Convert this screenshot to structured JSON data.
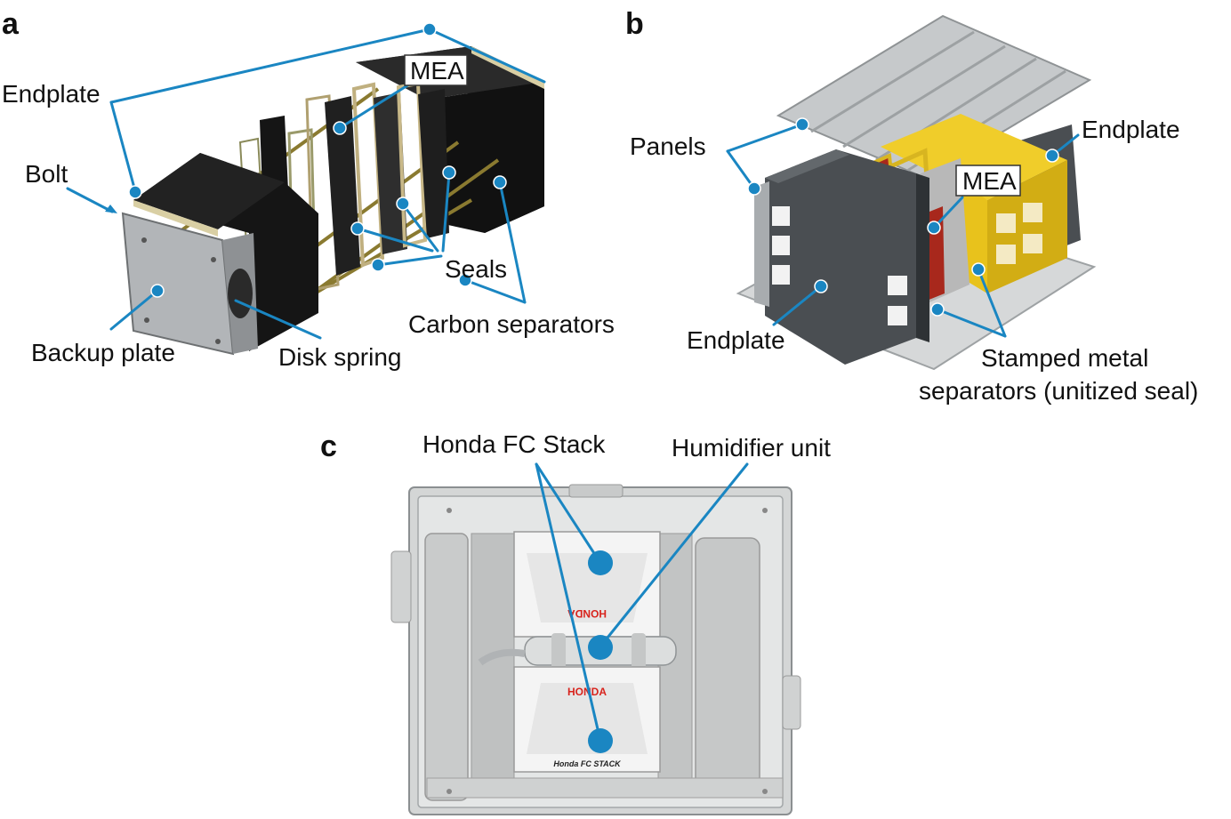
{
  "panels": {
    "a": {
      "letter": "a",
      "labels": {
        "endplate": "Endplate",
        "mea": "MEA",
        "bolt": "Bolt",
        "seals": "Seals",
        "carbon_separators": "Carbon separators",
        "backup_plate": "Backup plate",
        "disk_spring": "Disk spring"
      }
    },
    "b": {
      "letter": "b",
      "labels": {
        "panels": "Panels",
        "endplate_top": "Endplate",
        "mea": "MEA",
        "endplate_bottom": "Endplate",
        "stamped_line1": "Stamped metal",
        "stamped_line2": "separators (unitized seal)"
      }
    },
    "c": {
      "letter": "c",
      "labels": {
        "fc_stack": "Honda FC Stack",
        "humidifier": "Humidifier unit"
      },
      "printed_text": {
        "brand_top": "HONDA",
        "brand_bottom": "HONDA",
        "stack_name": "Honda FC STACK"
      }
    }
  },
  "colors": {
    "callout": "#1a86c2",
    "dark_block": "#141414",
    "steel": "#b9bcbf",
    "yellow": "#e8c21c",
    "separator_red": "#a8281c",
    "unit_grey": "#d4d6d6",
    "honda_red": "#d8231c"
  }
}
